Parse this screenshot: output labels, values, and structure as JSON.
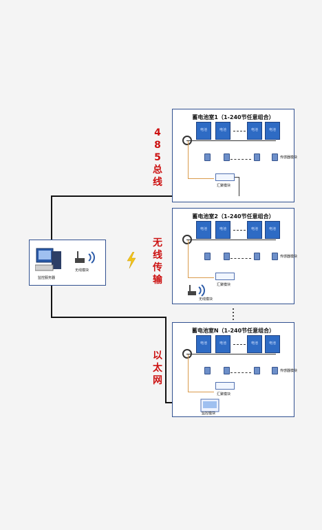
{
  "server": {
    "label": "监控服务器",
    "wireless_label": "无线模块"
  },
  "rooms": [
    {
      "title": "蓄电池室1（1-240节任意组合）",
      "battery_label": "电池",
      "sensor_label": "传感器模块",
      "collector_label": "汇聚模块"
    },
    {
      "title": "蓄电池室2（1-240节任意组合）",
      "battery_label": "电池",
      "sensor_label": "传感器模块",
      "collector_label": "汇聚模块",
      "wireless_label": "无线模块"
    },
    {
      "title": "蓄电池室N（1-240节任意组合）",
      "battery_label": "电池",
      "sensor_label": "传感器模块",
      "collector_label": "汇聚模块",
      "display_label": "监控模块"
    }
  ],
  "links": {
    "rs485": "4\n8\n5\n总\n线",
    "wireless": "无\n线\n传\n输",
    "ethernet": "以\n太\n网"
  },
  "colors": {
    "frame": "#2f4f8f",
    "battery": "#2e6bc4",
    "link_label": "#cc1111",
    "line": "#111111"
  }
}
